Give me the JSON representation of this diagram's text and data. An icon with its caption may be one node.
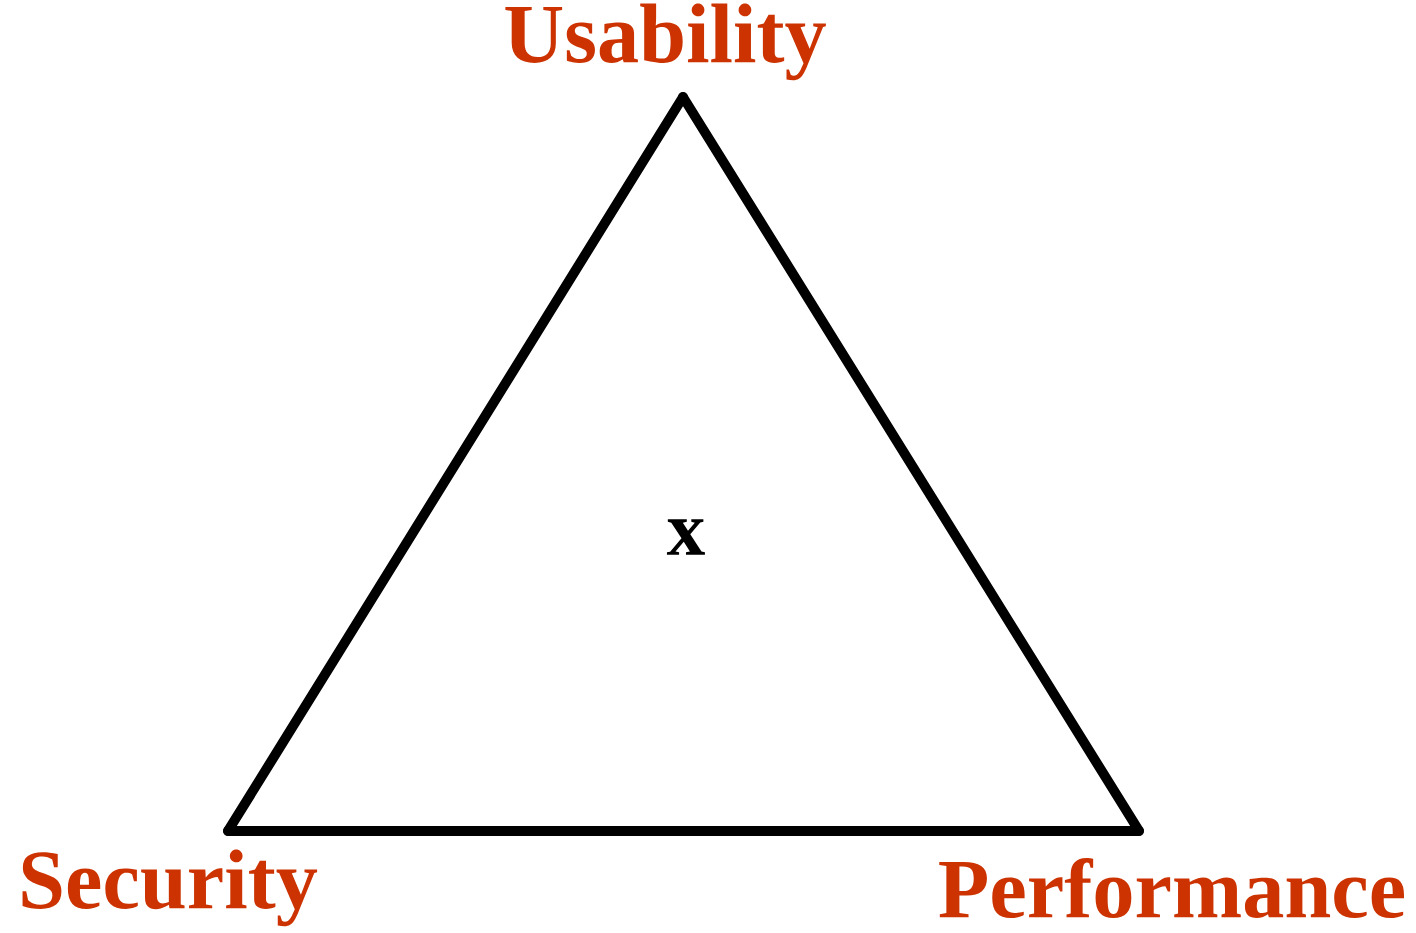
{
  "diagram": {
    "nodes": [
      {
        "text": [
          "Usability"
        ]
      },
      {
        "text": [
          "Security"
        ]
      },
      {
        "text": [
          "Performance"
        ]
      }
    ],
    "edges": [
      {
        "from": 0,
        "to": 1,
        "arrow": "none"
      },
      {
        "from": 1,
        "to": 2,
        "arrow": "none"
      },
      {
        "from": 2,
        "to": 0,
        "arrow": "none"
      }
    ],
    "labels": [
      "x"
    ]
  }
}
